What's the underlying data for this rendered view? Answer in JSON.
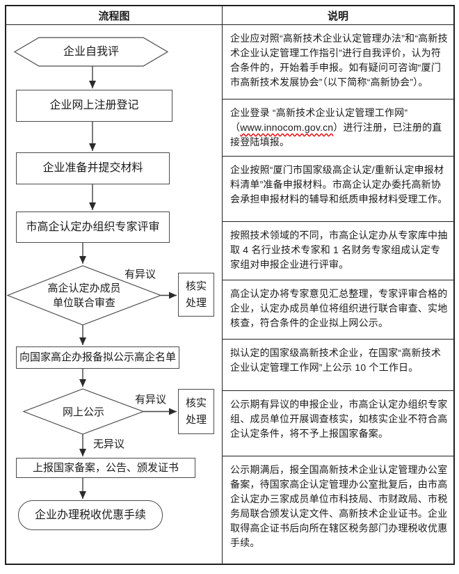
{
  "headers": {
    "flowchart": "流程图",
    "explanation": "说明"
  },
  "flowchart": {
    "nodes": {
      "self_assessment": "企业自我评",
      "online_registration": "企业网上注册登记",
      "prepare_materials": "企业准备并提交材料",
      "expert_review": "市高企认定办组织专家评审",
      "joint_review": "高企认定办成员\n单位联合审查",
      "verify_handle_1": "核实\n处理",
      "report_list": "向国家高企办报备拟公示高企名单",
      "online_publicity": "网上公示",
      "verify_handle_2": "核实\n处理",
      "report_record": "上报国家备案，公告、颁发证书",
      "tax_procedures": "企业办理税收优惠手续"
    },
    "labels": {
      "objection_1": "有异议",
      "objection_2": "有异议",
      "no_objection": "无异议"
    }
  },
  "explanation": {
    "rows": [
      {
        "text": "企业应对照“高新技术企业认定管理办法”和“高新技术企业认定管理工作指引”进行自我评价，认为符合条件的，开始着手申报。如有疑问可咨询“厦门市高新技术发展协会”（以下简称“高新协会”）。"
      },
      {
        "before": "企业登录 “高新技术企业认定管理工作网”\n（",
        "url": "www.innocom.gov.cn",
        "after": "）进行注册，已注册的直接登陆填报。"
      },
      {
        "text": "企业按照“厦门市国家级高企认定/重新认定申报材料清单”准备申报材料。市高企认定办委托高新协会承担申报材料的辅导和纸质申报材料受理工作。"
      },
      {
        "text": "按照技术领域的不同，市高企认定办从专家库中抽取 4 名行业技术专家和 1 名财务专家组成认定专家组对申报企业进行评审。"
      },
      {
        "text": "高企认定办将专家意见汇总整理，专家评审合格的企业，认定办成员单位将组织进行联合审查、实地核查，符合条件的企业拟上网公示。"
      },
      {
        "text": "拟认定的国家级高新技术企业，在国家“高新技术企业认定管理工作网”上公示 10 个工作日。"
      },
      {
        "text": "公示期有异议的申报企业，市高企认定办组织专家组、成员单位开展调查核实，如核实企业不符合高企认定条件，将不予上报国家备案。"
      },
      {
        "text": "公示期满后，报全国高新技术企业认定管理办公室备案，待国家高企认定管理办公室批复后，由市高企认定办三家成员单位市科技局、市财政局、市税务局联合颁发认定文件、高新技术企业证书。企业取得高企证书后向所在辖区税务部门办理税收优惠手续。"
      }
    ]
  },
  "colors": {
    "border": "#1f1f1f",
    "shape_border": "#4a4a4a",
    "url_underline": "#e00000"
  }
}
